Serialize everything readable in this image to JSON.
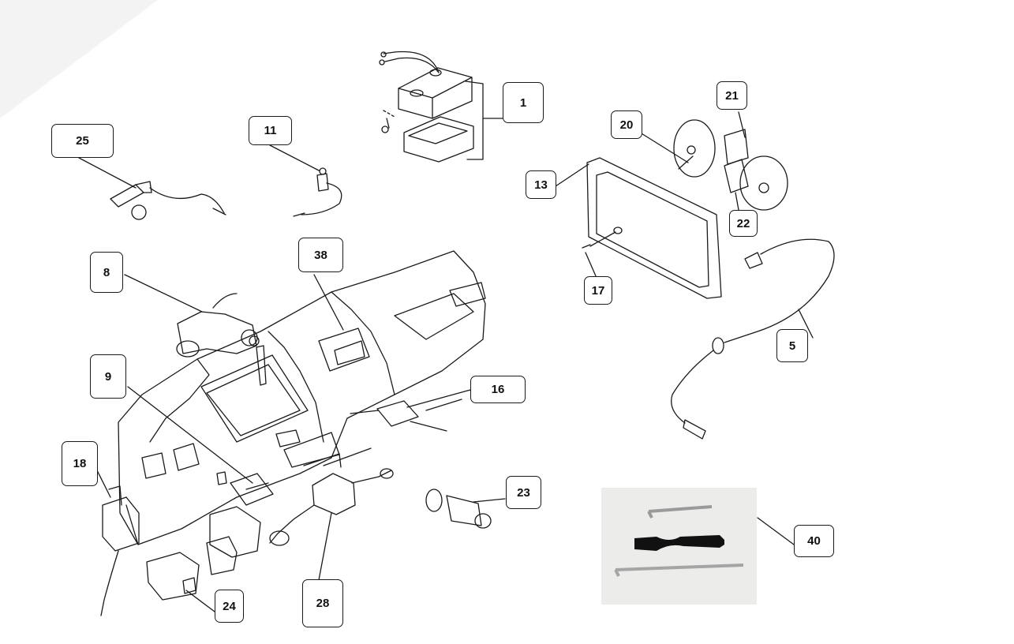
{
  "diagram": {
    "colors": {
      "line": "#1a1a1a",
      "paper": "#ffffff",
      "photo_bg": "#ececea",
      "gasket": "#111111"
    },
    "callouts": [
      {
        "id": "c1",
        "label": "1"
      },
      {
        "id": "c5",
        "label": "5"
      },
      {
        "id": "c8",
        "label": "8"
      },
      {
        "id": "c9",
        "label": "9"
      },
      {
        "id": "c11",
        "label": "11"
      },
      {
        "id": "c13",
        "label": "13"
      },
      {
        "id": "c16",
        "label": "16"
      },
      {
        "id": "c17",
        "label": "17"
      },
      {
        "id": "c18",
        "label": "18"
      },
      {
        "id": "c20",
        "label": "20"
      },
      {
        "id": "c21",
        "label": "21"
      },
      {
        "id": "c22",
        "label": "22"
      },
      {
        "id": "c23",
        "label": "23"
      },
      {
        "id": "c24",
        "label": "24"
      },
      {
        "id": "c25",
        "label": "25"
      },
      {
        "id": "c28",
        "label": "28"
      },
      {
        "id": "c38",
        "label": "38"
      },
      {
        "id": "c40",
        "label": "40"
      }
    ]
  }
}
